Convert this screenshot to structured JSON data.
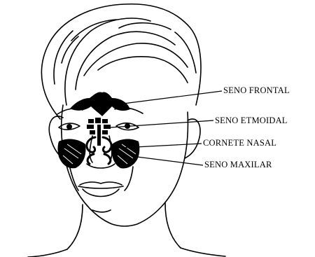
{
  "labels": {
    "seno_frontal": "SENO FRONTAL",
    "seno_etmoidal": "SENO ETMOIDAL",
    "cornete_nasal": "CORNETE NASAL",
    "seno_maxilar": "SENO MAXILAR"
  },
  "colors": {
    "ink": "#000000",
    "background": "#ffffff"
  }
}
